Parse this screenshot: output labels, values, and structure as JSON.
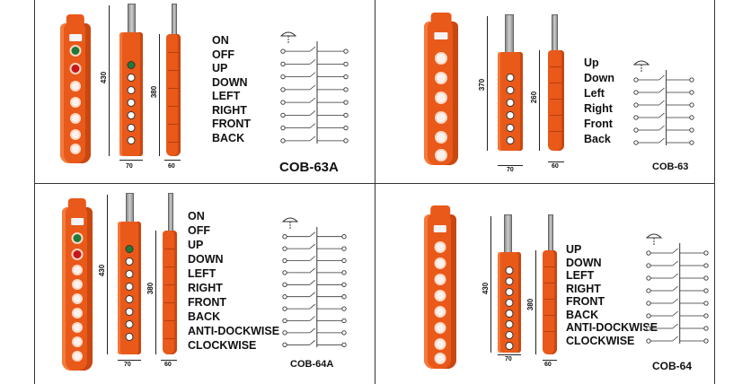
{
  "panels": [
    {
      "model": "COB-63A",
      "dims": {
        "height": "430",
        "side_height": "380",
        "width": "70",
        "depth": "60"
      },
      "functions": [
        "ON",
        "OFF",
        "UP",
        "DOWN",
        "LEFT",
        "RIGHT",
        "FRONT",
        "BACK"
      ]
    },
    {
      "model": "COB-63",
      "dims": {
        "height": "370",
        "side_height": "260",
        "width": "70",
        "depth": "60"
      },
      "functions": [
        "Up",
        "Down",
        "Left",
        "Right",
        "Front",
        "Back"
      ]
    },
    {
      "model": "COB-64A",
      "dims": {
        "height": "430",
        "side_height": "380",
        "width": "70",
        "depth": "60"
      },
      "functions": [
        "ON",
        "OFF",
        "UP",
        "DOWN",
        "LEFT",
        "RIGHT",
        "FRONT",
        "BACK",
        "ANTI-DOCKWISE",
        "CLOCKWISE"
      ]
    },
    {
      "model": "COB-64",
      "dims": {
        "height": "430",
        "side_height": "380",
        "width": "70",
        "depth": "60"
      },
      "functions": [
        "UP",
        "DOWN",
        "LEFT",
        "RIGHT",
        "FRONT",
        "BACK",
        "ANTI-DOCKWISE",
        "CLOCKWISE"
      ]
    }
  ],
  "colors": {
    "housing": "#e8591a",
    "on_button": "#1f7a3a",
    "off_button": "#c8161b",
    "cable": "#b0b0b0"
  }
}
